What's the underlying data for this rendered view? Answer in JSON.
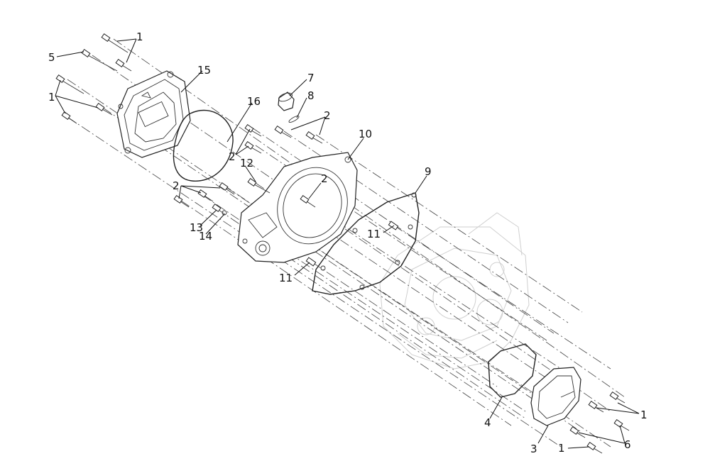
{
  "diagram": {
    "callouts": [
      {
        "id": "c1a",
        "text": "1"
      },
      {
        "id": "c5",
        "text": "5"
      },
      {
        "id": "c1b",
        "text": "1"
      },
      {
        "id": "c15",
        "text": "15"
      },
      {
        "id": "c7",
        "text": "7"
      },
      {
        "id": "c8",
        "text": "8"
      },
      {
        "id": "c16",
        "text": "16"
      },
      {
        "id": "c2a",
        "text": "2"
      },
      {
        "id": "c10",
        "text": "10"
      },
      {
        "id": "c2b",
        "text": "2"
      },
      {
        "id": "c12",
        "text": "12"
      },
      {
        "id": "c2c",
        "text": "2"
      },
      {
        "id": "c2d",
        "text": "2"
      },
      {
        "id": "c9",
        "text": "9"
      },
      {
        "id": "c13",
        "text": "13"
      },
      {
        "id": "c14",
        "text": "14"
      },
      {
        "id": "c11a",
        "text": "11"
      },
      {
        "id": "c11b",
        "text": "11"
      },
      {
        "id": "c4",
        "text": "4"
      },
      {
        "id": "c1c",
        "text": "1"
      },
      {
        "id": "c6",
        "text": "6"
      },
      {
        "id": "c3",
        "text": "3"
      },
      {
        "id": "c1d",
        "text": "1"
      }
    ]
  }
}
